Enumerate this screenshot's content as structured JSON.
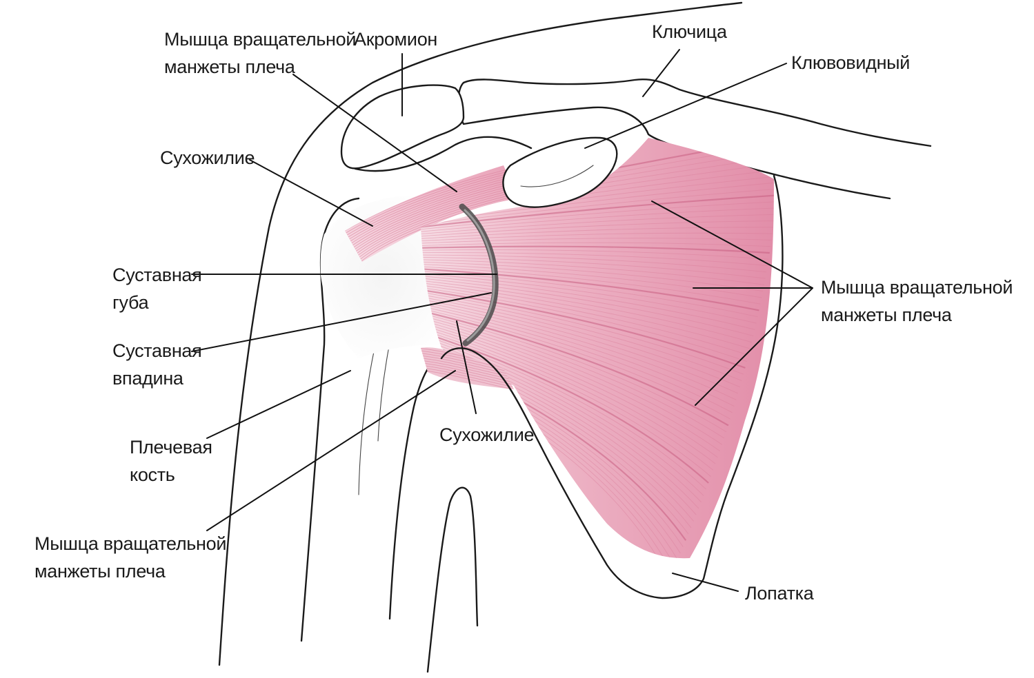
{
  "diagram": {
    "colors": {
      "muscle": "#e8a9bc",
      "muscle_light": "#f3cfda",
      "muscle_fiber": "#d97d9a",
      "muscle_dark": "#c85f82",
      "labrum": "#555555",
      "outline": "#1a1a1a",
      "background": "#ffffff"
    },
    "labels": {
      "rotator_cuff_top": [
        "Мышца вращательной",
        "манжеты плеча"
      ],
      "acromion": [
        "Акромион"
      ],
      "clavicle": [
        "Ключица"
      ],
      "coracoid": [
        "Клювовидный"
      ],
      "tendon_upper": [
        "Сухожилие"
      ],
      "labrum": [
        "Суставная",
        "губа"
      ],
      "glenoid": [
        "Суставная",
        "впадина"
      ],
      "humerus": [
        "Плечевая",
        "кость"
      ],
      "rotator_cuff_bottom": [
        "Мышца вращательной",
        "манжеты плеча"
      ],
      "tendon_lower": [
        "Сухожилие"
      ],
      "rotator_cuff_right": [
        "Мышца вращательной",
        "манжеты плеча"
      ],
      "scapula": [
        "Лопатка"
      ]
    }
  }
}
